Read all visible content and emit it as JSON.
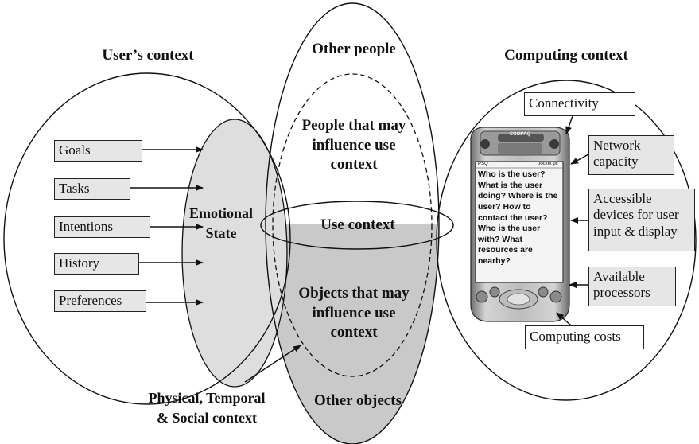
{
  "titles": {
    "users_context": "User’s context",
    "computing_context": "Computing context",
    "other_people": "Other people",
    "other_objects": "Other objects"
  },
  "center": {
    "people_influence": "People that may\ninfluence use\ncontext",
    "use_context": "Use context",
    "objects_influence": "Objects that may\ninfluence use\ncontext",
    "emotional_state": "Emotional\nState"
  },
  "user_factors": [
    "Goals",
    "Tasks",
    "Intentions",
    "History",
    "Preferences"
  ],
  "computing_factors": {
    "connectivity": "Connectivity",
    "network_capacity": "Network\ncapacity",
    "accessible_devices": "Accessible\ndevices for user\ninput & display",
    "available_processors": "Available\nprocessors",
    "computing_costs": "Computing costs"
  },
  "pda": {
    "brand": "COMPAQ",
    "screen_header_left": "PSQ",
    "screen_header_right": "pocket pc",
    "screen_text": "Who is the user? What is the user doing? Where is the user? How to contact the user? Who is the user with?  What resources are nearby?"
  },
  "bottom_label": "Physical, Temporal\n& Social context",
  "colors": {
    "lower_fill": "#c9c9c9",
    "emotional_fill": "#dedede",
    "box_fill": "#e6e6e6",
    "stroke": "#111111"
  }
}
